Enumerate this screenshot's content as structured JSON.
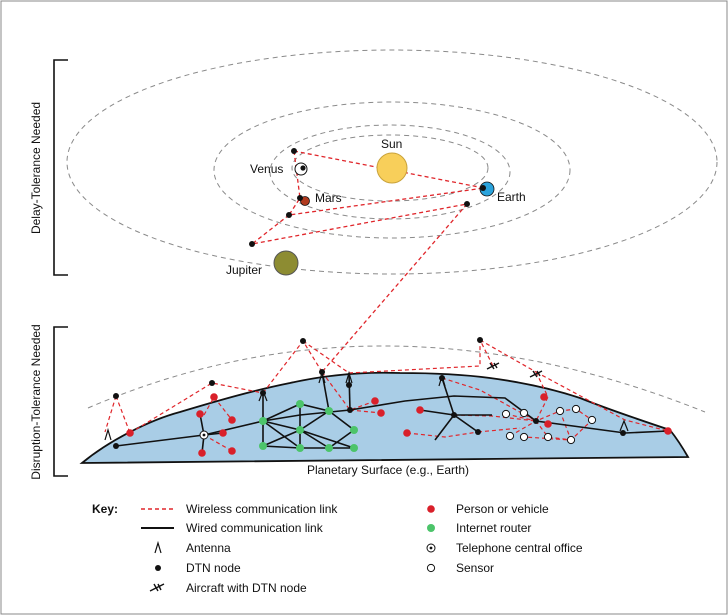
{
  "section_labels": {
    "delay": "Delay-Tolerance Needed",
    "disruption": "Disruption-Tolerance Needed"
  },
  "bodies": {
    "sun": "Sun",
    "venus": "Venus",
    "mars": "Mars",
    "earth": "Earth",
    "jupiter": "Jupiter"
  },
  "surface_label": "Planetary Surface (e.g., Earth)",
  "key": {
    "title": "Key:",
    "left": [
      {
        "icon": "wireless-link-icon",
        "label": "Wireless communication link"
      },
      {
        "icon": "wired-link-icon",
        "label": "Wired communication link"
      },
      {
        "icon": "antenna-icon",
        "label": "Antenna"
      },
      {
        "icon": "dtn-node-icon",
        "label": "DTN node"
      },
      {
        "icon": "aircraft-icon",
        "label": "Aircraft with DTN node"
      }
    ],
    "right": [
      {
        "icon": "person-vehicle-icon",
        "label": "Person or vehicle"
      },
      {
        "icon": "internet-router-icon",
        "label": "Internet router"
      },
      {
        "icon": "telephone-office-icon",
        "label": "Telephone central office"
      },
      {
        "icon": "sensor-icon",
        "label": "Sensor"
      }
    ]
  },
  "colors": {
    "wireless": "#e0262b",
    "wired": "#111111",
    "surface": "#a9cde6",
    "sun": "#f8cf5a",
    "earth": "#2aa3dc",
    "jupiter": "#8d8c32",
    "mars": "#b03a1e",
    "router": "#4cc46a",
    "person": "#d9202a"
  }
}
